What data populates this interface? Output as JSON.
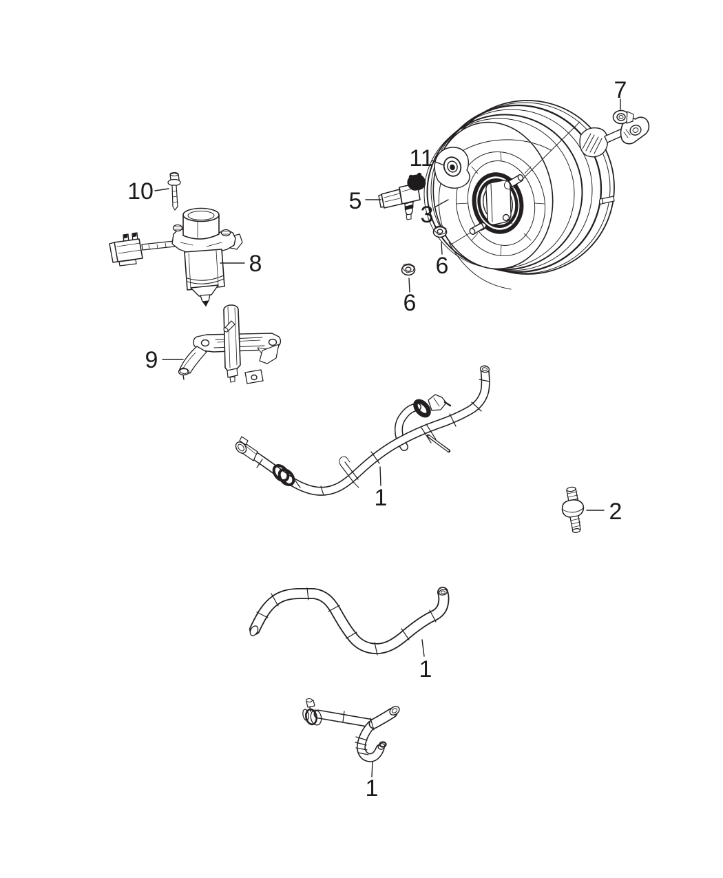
{
  "figure": {
    "background": "#ffffff",
    "line_color": "#231f20",
    "text_color": "#1a1a1a",
    "callouts": [
      {
        "label": "7"
      },
      {
        "label": "11"
      },
      {
        "label": "5"
      },
      {
        "label": "3"
      },
      {
        "label": "6"
      },
      {
        "label": "6"
      },
      {
        "label": "10"
      },
      {
        "label": "8"
      },
      {
        "label": "9"
      },
      {
        "label": "1"
      },
      {
        "label": "2"
      },
      {
        "label": "1"
      },
      {
        "label": "1"
      }
    ]
  }
}
